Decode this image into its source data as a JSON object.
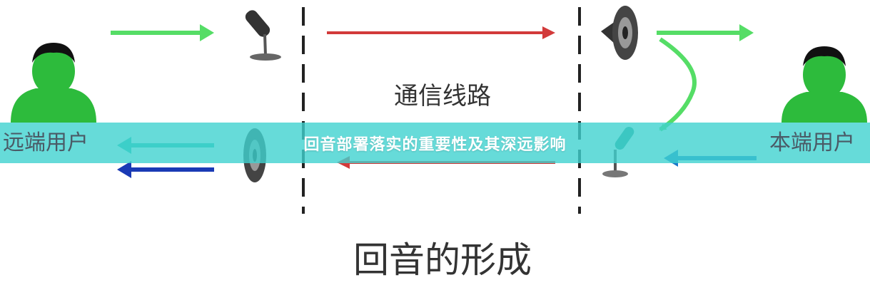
{
  "diagram": {
    "channel_label": "通信线路",
    "caption": "回音的形成",
    "far_user_label": "远端用户",
    "near_user_label": "本端用户"
  },
  "banner": {
    "title": "回音部署落实的重要性及其深远影响"
  },
  "colors": {
    "user_green": "#2dbb3c",
    "arrow_green": "#55dd66",
    "arrow_red": "#d23a3a",
    "arrow_blue": "#1a3ab5",
    "arrow_teal": "#2fc0b0",
    "banner_bg": "#40d2d0"
  }
}
